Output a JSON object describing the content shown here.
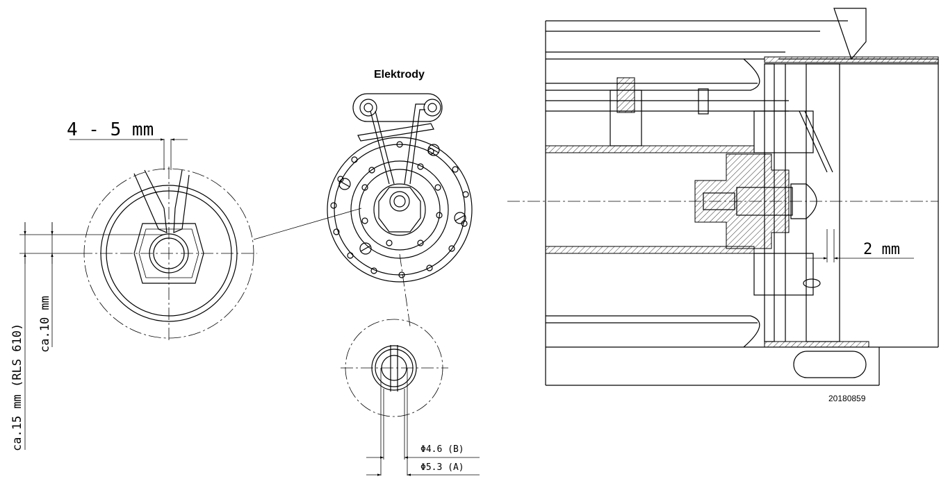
{
  "title": "Elektrody",
  "labels": {
    "gap_top": "4 - 5  mm",
    "dist_10": "ca.10 mm",
    "dist_15": "ca.15 mm (RLS 610)",
    "gap_right": "2 mm",
    "diam_b": "Φ4.6 (B)",
    "diam_a": "Φ5.3 (A)",
    "drawing_number": "20180859"
  }
}
